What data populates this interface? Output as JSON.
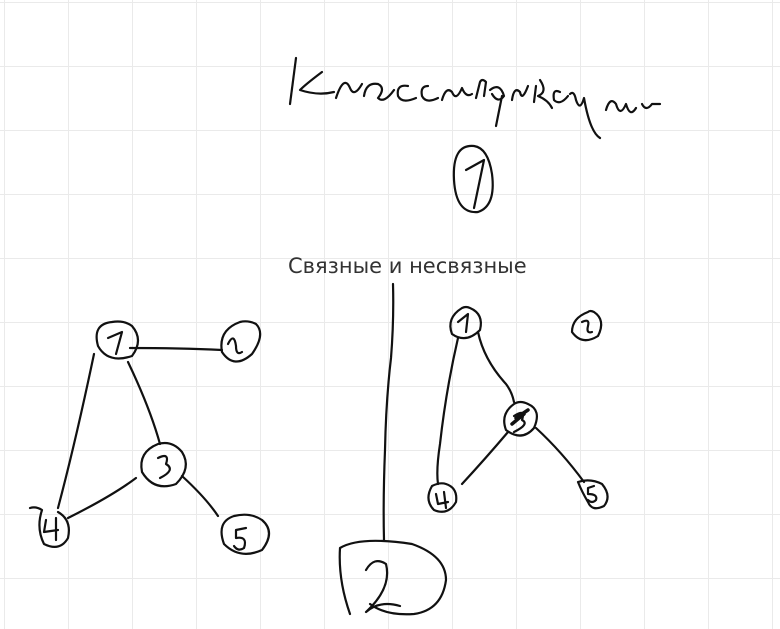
{
  "canvas": {
    "grid_color": "#eaeaea",
    "ink_color": "#111111"
  },
  "heading": {
    "handwritten_title": "Классификации",
    "section_number": "1"
  },
  "label": {
    "text": "Связные и несвязные"
  },
  "graphs": [
    {
      "name": "connected",
      "vertices": [
        "1",
        "2",
        "3",
        "4",
        "5"
      ],
      "edges": [
        [
          "1",
          "2"
        ],
        [
          "1",
          "3"
        ],
        [
          "1",
          "4"
        ],
        [
          "3",
          "4"
        ],
        [
          "3",
          "5"
        ]
      ]
    },
    {
      "name": "disconnected",
      "vertices": [
        "1",
        "2",
        "3",
        "4",
        "5"
      ],
      "edges": [
        [
          "1",
          "3"
        ],
        [
          "1",
          "4"
        ],
        [
          "3",
          "4"
        ],
        [
          "3",
          "5"
        ]
      ]
    }
  ],
  "next_section": {
    "number": "2"
  }
}
